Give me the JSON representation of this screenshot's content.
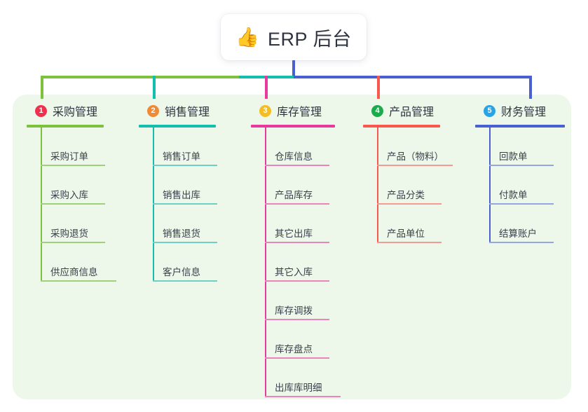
{
  "root": {
    "icon": "thumbs-up-icon",
    "emoji": "👍",
    "title": "ERP 后台"
  },
  "colors": {
    "panel_background": "#eef8ea",
    "root_stem": "#4a5fd0",
    "green": "#7dc13f",
    "teal": "#12bfad",
    "magenta": "#e8399c",
    "red": "#f9584f",
    "blue": "#4a5fd0",
    "badge_1": "#f0304f",
    "badge_2": "#f08a35",
    "badge_3": "#f5bd1f",
    "badge_4": "#1aab4b",
    "badge_5": "#27a3e8"
  },
  "columns": [
    {
      "badge": "1",
      "badge_color": "#f0304f",
      "title": "采购管理",
      "line_color": "#7dc13f",
      "item_line_color": "#9fd17a",
      "items": [
        "采购订单",
        "采购入库",
        "采购退货",
        "供应商信息"
      ]
    },
    {
      "badge": "2",
      "badge_color": "#f08a35",
      "title": "销售管理",
      "line_color": "#12bfad",
      "item_line_color": "#6ecfc6",
      "items": [
        "销售订单",
        "销售出库",
        "销售退货",
        "客户信息"
      ]
    },
    {
      "badge": "3",
      "badge_color": "#f5bd1f",
      "title": "库存管理",
      "line_color": "#e8399c",
      "item_line_color": "#e985bb",
      "items": [
        "仓库信息",
        "产品库存",
        "其它出库",
        "其它入库",
        "库存调拨",
        "库存盘点",
        "出库库明细"
      ]
    },
    {
      "badge": "4",
      "badge_color": "#1aab4b",
      "title": "产品管理",
      "line_color": "#f9584f",
      "item_line_color": "#f59a92",
      "items": [
        "产品（物料）",
        "产品分类",
        "产品单位"
      ]
    },
    {
      "badge": "5",
      "badge_color": "#27a3e8",
      "title": "财务管理",
      "line_color": "#4a5fd0",
      "item_line_color": "#94a6e0",
      "items": [
        "回款单",
        "付款单",
        "结算账户"
      ]
    }
  ]
}
